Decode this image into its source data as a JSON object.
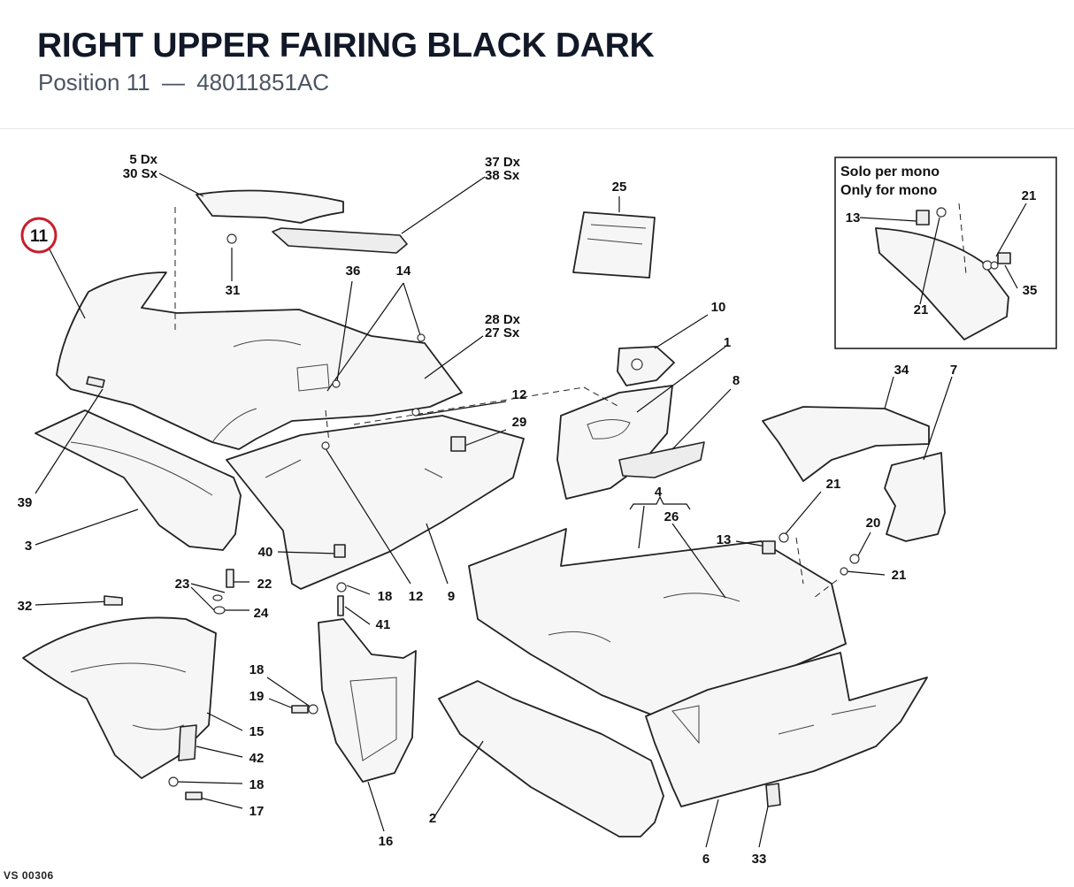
{
  "header": {
    "title": "RIGHT UPPER FAIRING BLACK DARK",
    "position_label": "Position 11",
    "separator": "—",
    "part_number": "48011851AC"
  },
  "highlight": {
    "callout": "11",
    "color": "#c81e2d"
  },
  "inset": {
    "line1": "Solo per mono",
    "line2": "Only for mono"
  },
  "callouts": {
    "c5": "5 Dx",
    "c30": "30 Sx",
    "c37": "37 Dx",
    "c38": "38 Sx",
    "c25": "25",
    "c31": "31",
    "c36": "36",
    "c14": "14",
    "c28": "28 Dx",
    "c27": "27 Sx",
    "c10": "10",
    "c1": "1",
    "c8": "8",
    "c12a": "12",
    "c29": "29",
    "c39": "39",
    "c3": "3",
    "c40": "40",
    "c18a": "18",
    "c12b": "12",
    "c9": "9",
    "c41": "41",
    "c4": "4",
    "c26": "26",
    "c34": "34",
    "c7": "7",
    "c21a": "21",
    "c13a": "13",
    "c20": "20",
    "c21b": "21",
    "c23": "23",
    "c22": "22",
    "c24": "24",
    "c32": "32",
    "c15": "15",
    "c42": "42",
    "c18b": "18",
    "c17": "17",
    "c18c": "18",
    "c19": "19",
    "c16": "16",
    "c2": "2",
    "c6": "6",
    "c33": "33",
    "c13b": "13",
    "c21c": "21",
    "c21d": "21",
    "c35": "35",
    "c21e": "21"
  },
  "footer": {
    "code": "VS 00306"
  }
}
